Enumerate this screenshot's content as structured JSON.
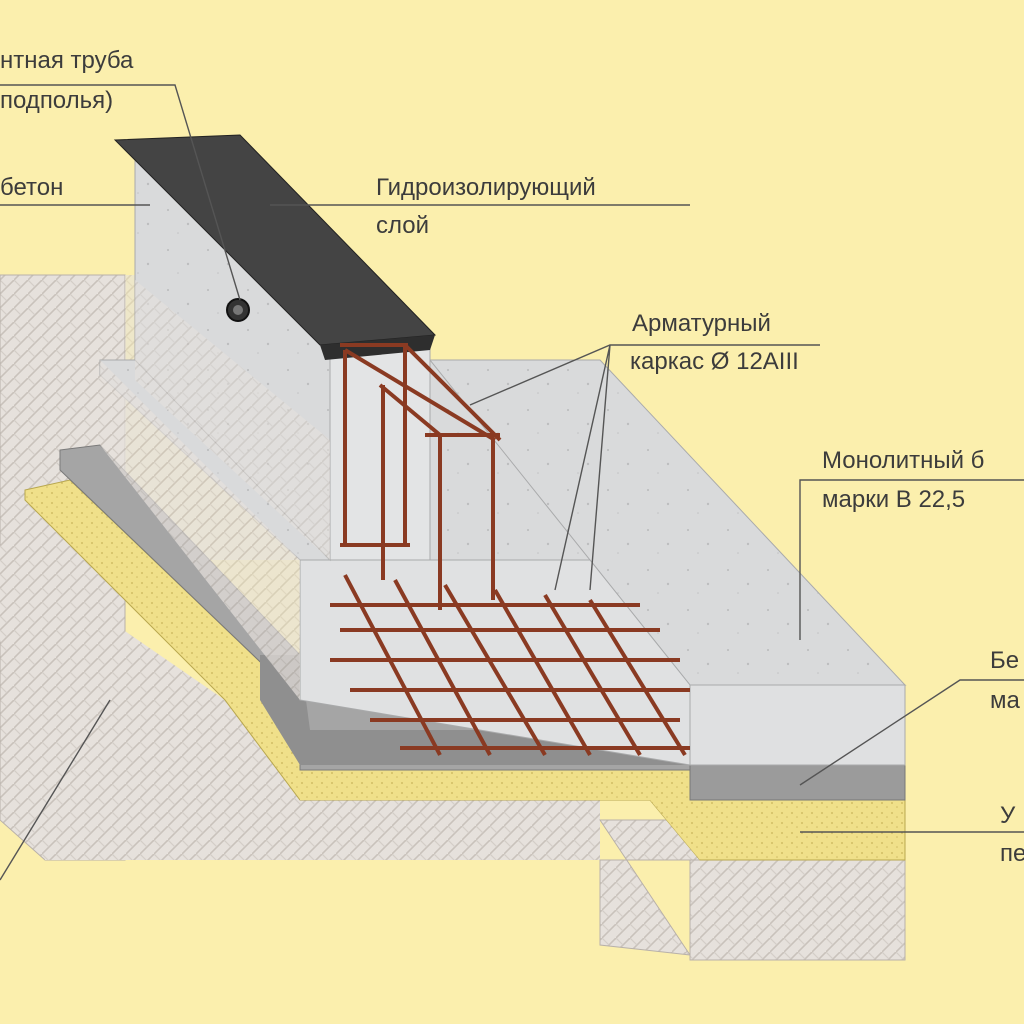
{
  "labels": {
    "vent_pipe_line1": "нтная труба",
    "vent_pipe_line2": "(подполья)",
    "concrete": "бетон",
    "waterproof_line1": "Гидроизолирующий",
    "waterproof_line2": "слой",
    "rebar_line1": "Арматурный",
    "rebar_line2": "каркас Ø 12AIII",
    "monolithic_line1": "Монолитный б",
    "monolithic_line2": "марки В 22,5",
    "lean_line1": "Бе",
    "lean_line2": "ма",
    "sand_line1": "У",
    "sand_line2": "пе"
  },
  "colors": {
    "background": "#fbefad",
    "concrete": "#d9dadb",
    "soil": "#e6e1dc",
    "sand": "#f0e08a",
    "lean_concrete": "#9b9b9b",
    "waterproofing": "#3f3f3f",
    "rebar": "#8a3a22",
    "leader_line": "#555555"
  }
}
